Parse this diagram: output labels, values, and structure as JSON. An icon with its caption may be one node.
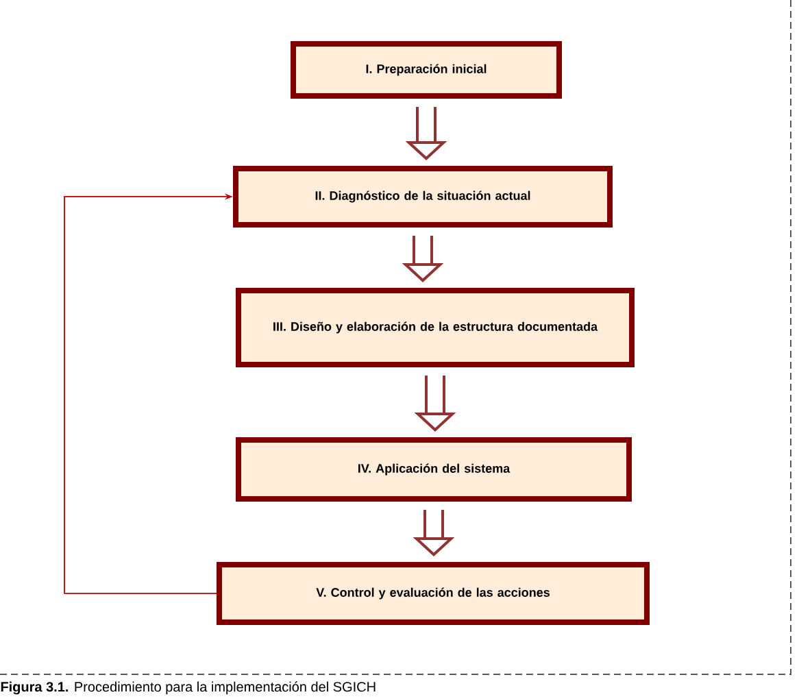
{
  "diagram": {
    "caption": "**Figura 3.1.** Procedimiento para la implementación del SGICH",
    "nodes": [
      {
        "text": [
          "I. Preparación inicial"
        ]
      },
      {
        "text": [
          "II. Diagnóstico de la situación actual"
        ]
      },
      {
        "text": [
          "III. Diseño y elaboración de la estructura documentada"
        ]
      },
      {
        "text": [
          "IV. Aplicación del sistema"
        ]
      },
      {
        "text": [
          "V. Control y evaluación de las acciones"
        ]
      }
    ],
    "edges": [
      {
        "from": 0,
        "to": 1,
        "arrow": "to"
      },
      {
        "from": 1,
        "to": 2,
        "arrow": "to"
      },
      {
        "from": 2,
        "to": 3,
        "arrow": "to"
      },
      {
        "from": 3,
        "to": 4,
        "arrow": "to"
      },
      {
        "from": 4,
        "to": 1,
        "arrow": "to",
        "color": "#c00000"
      }
    ]
  }
}
